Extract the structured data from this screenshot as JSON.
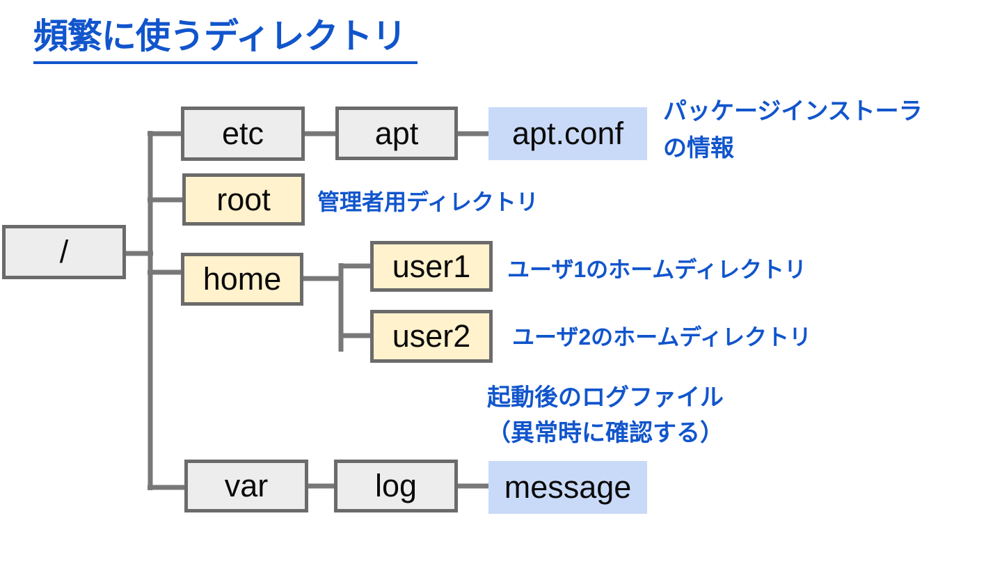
{
  "title": {
    "text": "頻繁に使うディレクトリ"
  },
  "boxes": {
    "slash": "/",
    "etc": "etc",
    "apt": "apt",
    "apt_conf": "apt.conf",
    "root": "root",
    "home": "home",
    "user1": "user1",
    "user2": "user2",
    "var": "var",
    "log": "log",
    "message": "message"
  },
  "annotations": {
    "apt_conf_line1": "パッケージインストーラ",
    "apt_conf_line2": "の情報",
    "root_note": "管理者用ディレクトリ",
    "user1_note": "ユーザ1のホームディレクトリ",
    "user2_note": "ユーザ2のホームディレクトリ",
    "log_line1": "起動後のログファイル",
    "log_line2": "（異常時に確認する）"
  },
  "colors": {
    "title_blue": "#1155cc",
    "box_gray": "#ededed",
    "box_cream": "#fff2cc",
    "box_blue": "#c9daf8",
    "border_gray": "#6b6b6b",
    "connector_gray": "#787878"
  }
}
